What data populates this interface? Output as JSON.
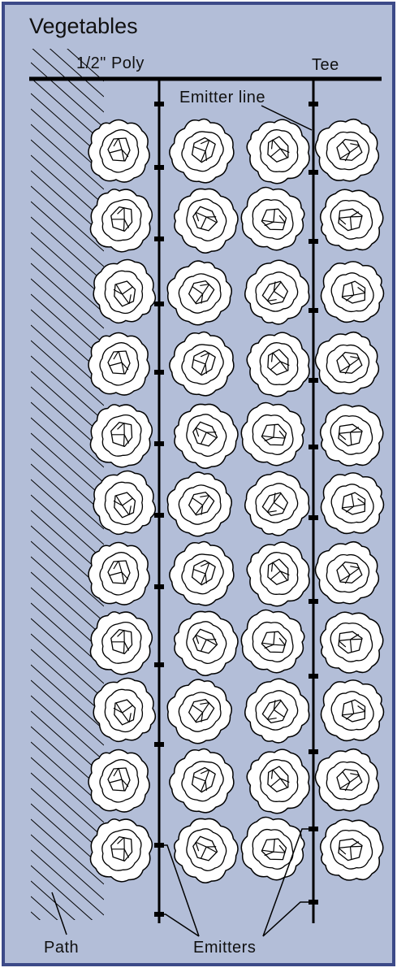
{
  "diagram": {
    "title": "Vegetables",
    "labels": {
      "supply_line": "1/2\" Poly",
      "tee": "Tee",
      "emitter_line": "Emitter line",
      "path": "Path",
      "emitters": "Emitters"
    },
    "colors": {
      "background": "#b3bed8",
      "frame": "#3c4a88",
      "line": "#000000",
      "plant_fill": "#ffffff"
    },
    "plant_columns": 4,
    "plant_rows": 11,
    "emitter_lines": 2
  }
}
